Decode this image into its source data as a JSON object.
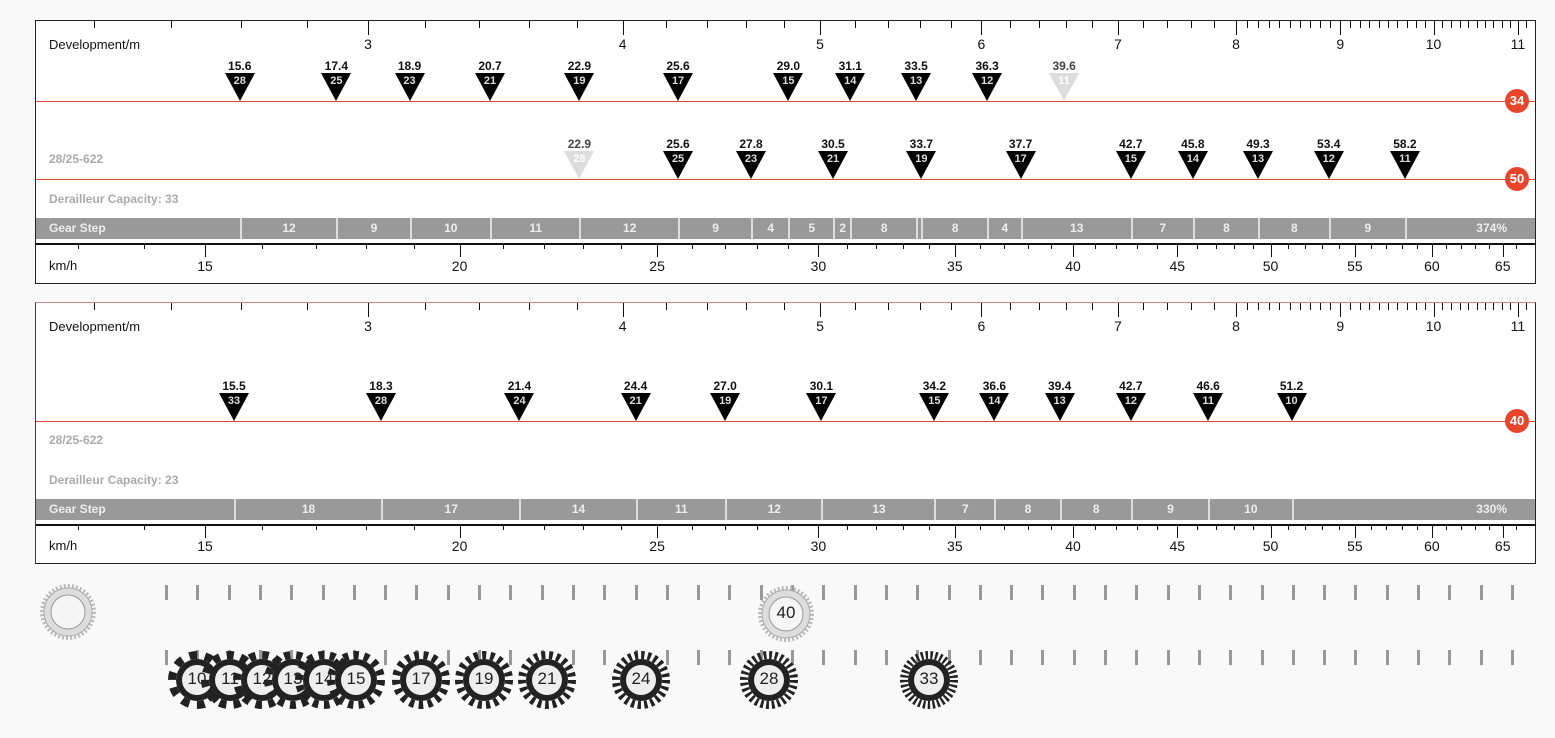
{
  "axis": {
    "development_label": "Development/m",
    "speed_label": "km/h",
    "dev_major": [
      3,
      4,
      5,
      6,
      7,
      8,
      9,
      10,
      11
    ],
    "speed_major": [
      15,
      20,
      25,
      30,
      35,
      40,
      45,
      50,
      55,
      60,
      65
    ]
  },
  "panels": [
    {
      "wheel": "28/25-622",
      "derailleur": "Derailleur Capacity: 33",
      "gear_step_label": "Gear Step",
      "gear_step_total": "374%",
      "chainrings": [
        {
          "teeth": "34",
          "gears": [
            {
              "speed": "15.6",
              "cog": "28"
            },
            {
              "speed": "17.4",
              "cog": "25"
            },
            {
              "speed": "18.9",
              "cog": "23"
            },
            {
              "speed": "20.7",
              "cog": "21"
            },
            {
              "speed": "22.9",
              "cog": "19"
            },
            {
              "speed": "25.6",
              "cog": "17"
            },
            {
              "speed": "29.0",
              "cog": "15"
            },
            {
              "speed": "31.1",
              "cog": "14"
            },
            {
              "speed": "33.5",
              "cog": "13"
            },
            {
              "speed": "36.3",
              "cog": "12"
            },
            {
              "speed": "39.6",
              "cog": "11",
              "dim": true
            }
          ]
        },
        {
          "teeth": "50",
          "gears": [
            {
              "speed": "22.9",
              "cog": "28",
              "dim": true
            },
            {
              "speed": "25.6",
              "cog": "25"
            },
            {
              "speed": "27.8",
              "cog": "23"
            },
            {
              "speed": "30.5",
              "cog": "21"
            },
            {
              "speed": "33.7",
              "cog": "19"
            },
            {
              "speed": "37.7",
              "cog": "17"
            },
            {
              "speed": "42.7",
              "cog": "15"
            },
            {
              "speed": "45.8",
              "cog": "14"
            },
            {
              "speed": "49.3",
              "cog": "13"
            },
            {
              "speed": "53.4",
              "cog": "12"
            },
            {
              "speed": "58.2",
              "cog": "11"
            }
          ]
        }
      ],
      "step_bounds": [
        15.6,
        17.4,
        18.9,
        20.7,
        22.9,
        25.6,
        27.8,
        29.0,
        30.5,
        31.1,
        33.5,
        33.7,
        36.3,
        37.7,
        42.7,
        45.8,
        49.3,
        53.4,
        58.2
      ],
      "steps": [
        "12",
        "9",
        "10",
        "11",
        "12",
        "9",
        "4",
        "5",
        "2",
        "8",
        "",
        "8",
        "4",
        "13",
        "7",
        "8",
        "8",
        "9"
      ]
    },
    {
      "wheel": "28/25-622",
      "derailleur": "Derailleur Capacity: 23",
      "gear_step_label": "Gear Step",
      "gear_step_total": "330%",
      "chainrings": [
        {
          "teeth": "40",
          "gears": [
            {
              "speed": "15.5",
              "cog": "33"
            },
            {
              "speed": "18.3",
              "cog": "28"
            },
            {
              "speed": "21.4",
              "cog": "24"
            },
            {
              "speed": "24.4",
              "cog": "21"
            },
            {
              "speed": "27.0",
              "cog": "19"
            },
            {
              "speed": "30.1",
              "cog": "17"
            },
            {
              "speed": "34.2",
              "cog": "15"
            },
            {
              "speed": "36.6",
              "cog": "14"
            },
            {
              "speed": "39.4",
              "cog": "13"
            },
            {
              "speed": "42.7",
              "cog": "12"
            },
            {
              "speed": "46.6",
              "cog": "11"
            },
            {
              "speed": "51.2",
              "cog": "10"
            }
          ]
        }
      ],
      "step_bounds": [
        15.5,
        18.3,
        21.4,
        24.4,
        27.0,
        30.1,
        34.2,
        36.6,
        39.4,
        42.7,
        46.6,
        51.2
      ],
      "steps": [
        "18",
        "17",
        "14",
        "11",
        "12",
        "13",
        "7",
        "8",
        "8",
        "9",
        "10"
      ]
    }
  ],
  "selector": {
    "chainrings": [
      "",
      "40"
    ],
    "cogs": [
      "10",
      "11",
      "12",
      "13",
      "14",
      "15",
      "17",
      "19",
      "21",
      "24",
      "28",
      "33"
    ]
  },
  "colors": {
    "accent": "#e8462c",
    "step_bar": "#999999"
  }
}
